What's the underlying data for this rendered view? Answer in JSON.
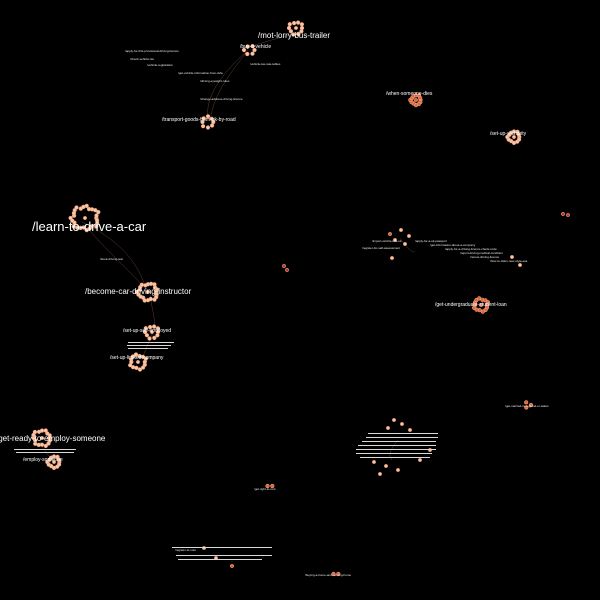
{
  "graph": {
    "background": "#000000",
    "node_fill": "#f6c7a8",
    "node_alt_fill": "#e0643a",
    "edge_color": "#8a5a48",
    "clusters": [
      {
        "id": "mot-lorry",
        "label": "/mot-lorry-bus-trailer",
        "size": "mid",
        "n": 10,
        "tone": "pale"
      },
      {
        "id": "buy-vehicle",
        "label": "/buy-a-vehicle",
        "size": "small",
        "n": 6,
        "tone": "pale"
      },
      {
        "id": "transport-goods",
        "label": "/transport-goods-from-uk-by-road",
        "size": "small",
        "n": 8,
        "tone": "pale"
      },
      {
        "id": "when-someone-dies",
        "label": "/when-someone-dies",
        "size": "small",
        "n": 12,
        "tone": "red"
      },
      {
        "id": "set-up-charity",
        "label": "/set-up-a-charity",
        "size": "small",
        "n": 12,
        "tone": "pale"
      },
      {
        "id": "learn-to-drive",
        "label": "/learn-to-drive-a-car",
        "size": "big",
        "n": 26,
        "tone": "pale"
      },
      {
        "id": "become-instructor",
        "label": "/become-car-driving-instructor",
        "size": "mid",
        "n": 20,
        "tone": "pale"
      },
      {
        "id": "self-employed",
        "label": "/set-up-self-employed",
        "size": "small",
        "n": 10,
        "tone": "pale"
      },
      {
        "id": "limited-company",
        "label": "/set-up-limited-company",
        "size": "small",
        "n": 14,
        "tone": "pale"
      },
      {
        "id": "student-loan",
        "label": "/get-undergraduate-student-loan",
        "size": "small",
        "n": 14,
        "tone": "red"
      },
      {
        "id": "employ-ready",
        "label": "/get-ready-to-employ-someone",
        "size": "mid",
        "n": 16,
        "tone": "pale"
      },
      {
        "id": "employ-someone",
        "label": "/employ-someone",
        "size": "small",
        "n": 12,
        "tone": "pale"
      },
      {
        "id": "get-married",
        "label": "/get-married-in-england-or-wales",
        "size": "tiny",
        "n": 3,
        "tone": "red"
      },
      {
        "id": "right-to-rent",
        "label": "/get-right-to-rent",
        "size": "tiny",
        "n": 2,
        "tone": "red"
      },
      {
        "id": "buying-home",
        "label": "/buying-a-home-and-moving-home",
        "size": "tiny",
        "n": 2,
        "tone": "red"
      }
    ],
    "small_labels": [
      "/book-driving-test",
      "/apply-for-first-provisional-driving-licence",
      "/check-vehicle-tax",
      "/vehicle-registration",
      "/get-vehicle-information-from-dvla",
      "/driving-eyesight-rules",
      "/change-address-driving-licence",
      "/vehicle-tax-rate-tables",
      "/import-vehicle-into-uk",
      "/register-for-self-assessment",
      "/apply-for-a-uk-passport",
      "/get-information-about-a-company",
      "/apply-for-a-driving-licence-check-code",
      "/report-driving-medical-condition",
      "/renew-driving-licence",
      "/how-to-claim-new-style-esa",
      "/register-to-vote"
    ]
  }
}
